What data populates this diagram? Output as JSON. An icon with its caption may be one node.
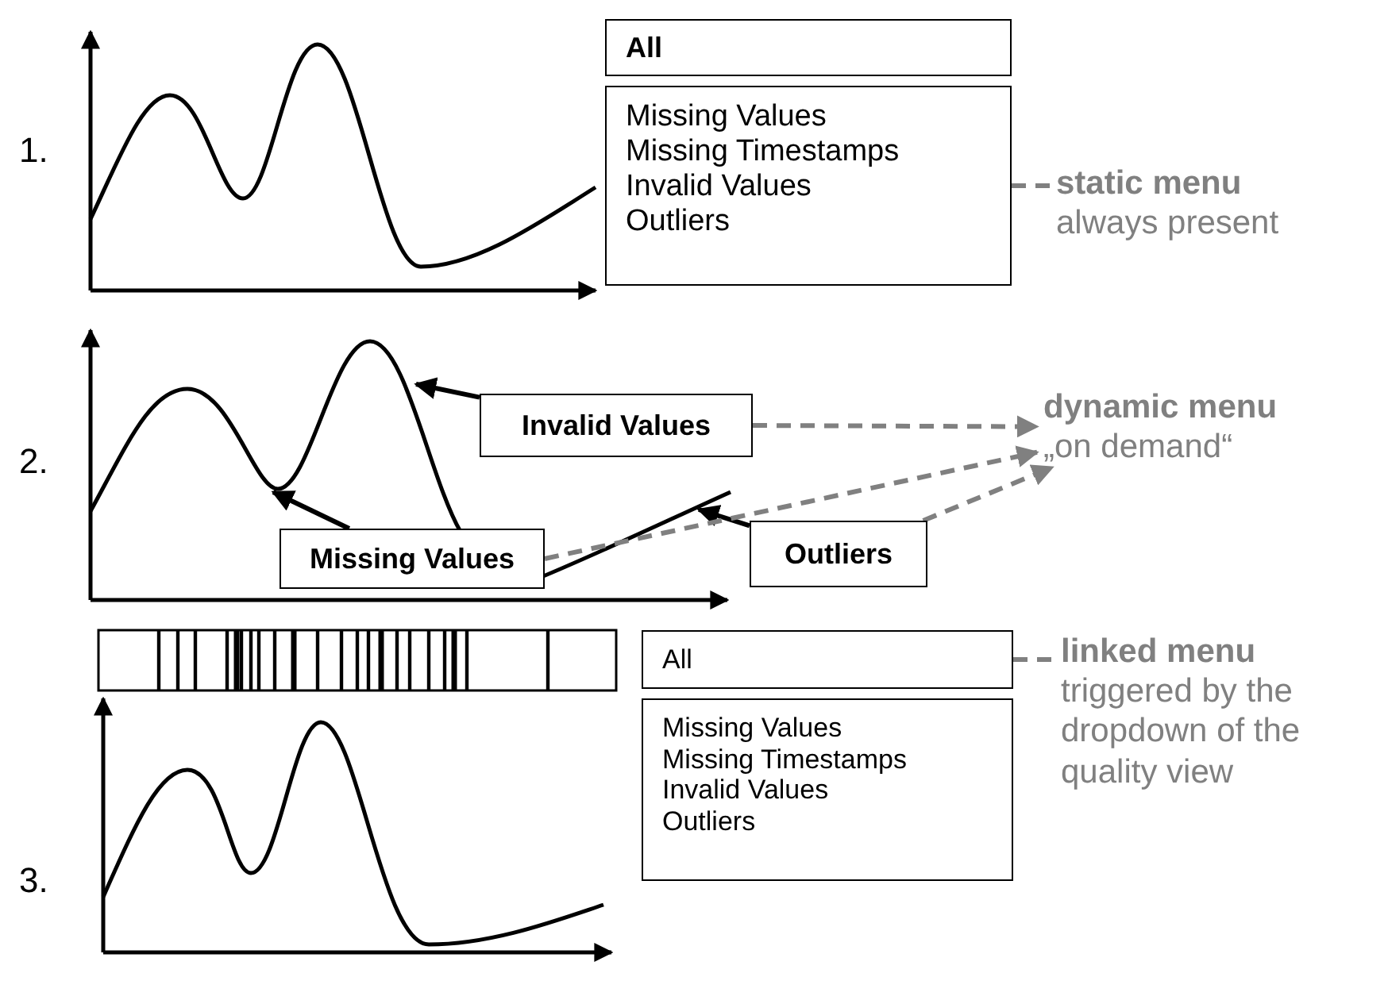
{
  "diagram": {
    "nodes": [
      {
        "text": [
          "All"
        ]
      },
      {
        "text": [
          "Missing Values",
          "Missing Timestamps",
          "Invalid Values",
          "Outliers"
        ]
      },
      {
        "text": [
          "static menu",
          "always present"
        ]
      },
      {
        "text": [
          "Invalid Values"
        ]
      },
      {
        "text": [
          "Missing Values"
        ]
      },
      {
        "text": [
          "Outliers"
        ]
      },
      {
        "text": [
          "dynamic menu",
          "„on demand“"
        ]
      },
      {
        "text": [
          "All"
        ]
      },
      {
        "text": [
          "Missing Values",
          "Missing Timestamps",
          "Invalid Values",
          "Outliers"
        ]
      },
      {
        "text": [
          "linked menu",
          "triggered by the dropdown of the quality view"
        ]
      }
    ],
    "edges": [
      {
        "from": 1,
        "to": 2,
        "arrow": "none",
        "style": "dashed"
      },
      {
        "from": 3,
        "to": null,
        "arrow": "to",
        "color": "#000000"
      },
      {
        "from": 4,
        "to": null,
        "arrow": "to",
        "color": "#000000"
      },
      {
        "from": 5,
        "to": null,
        "arrow": "to",
        "color": "#000000"
      },
      {
        "from": 3,
        "to": 6,
        "arrow": "to",
        "style": "dashed"
      },
      {
        "from": 4,
        "to": 6,
        "arrow": "to",
        "style": "dashed"
      },
      {
        "from": 5,
        "to": 6,
        "arrow": "to",
        "style": "dashed"
      },
      {
        "from": 7,
        "to": 9,
        "arrow": "none",
        "style": "dashed"
      }
    ],
    "labels": [
      "1.",
      "2.",
      "3."
    ]
  }
}
